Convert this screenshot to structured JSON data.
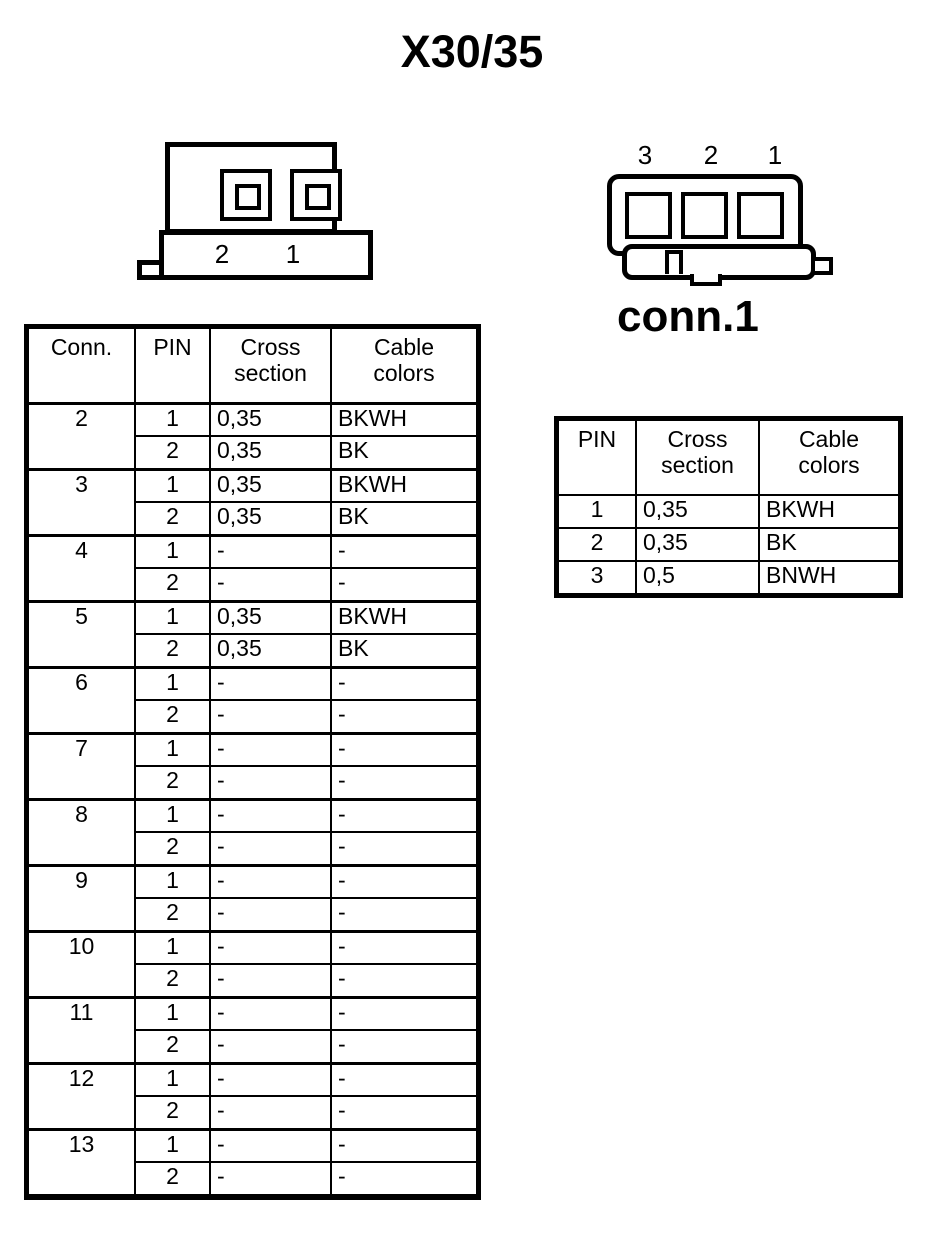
{
  "title": "X30/35",
  "connector_left": {
    "name": "connector-2pin",
    "pin_labels": [
      "2",
      "1"
    ]
  },
  "connector_right": {
    "name": "connector-3pin",
    "pin_labels": [
      "3",
      "2",
      "1"
    ],
    "caption": "conn.1"
  },
  "table_left": {
    "headers": [
      "Conn.",
      "PIN",
      "Cross section",
      "Cable colors"
    ],
    "header_parts": {
      "conn": "Conn.",
      "pin": "PIN",
      "cross": "Cross",
      "section": "section",
      "cable": "Cable",
      "colors": "colors"
    },
    "groups": [
      {
        "conn": "2",
        "rows": [
          {
            "pin": "1",
            "cross_section": "0,35",
            "cable_colors": "BKWH"
          },
          {
            "pin": "2",
            "cross_section": "0,35",
            "cable_colors": "BK"
          }
        ]
      },
      {
        "conn": "3",
        "rows": [
          {
            "pin": "1",
            "cross_section": "0,35",
            "cable_colors": "BKWH"
          },
          {
            "pin": "2",
            "cross_section": "0,35",
            "cable_colors": "BK"
          }
        ]
      },
      {
        "conn": "4",
        "rows": [
          {
            "pin": "1",
            "cross_section": "-",
            "cable_colors": "-"
          },
          {
            "pin": "2",
            "cross_section": "-",
            "cable_colors": "-"
          }
        ]
      },
      {
        "conn": "5",
        "rows": [
          {
            "pin": "1",
            "cross_section": "0,35",
            "cable_colors": "BKWH"
          },
          {
            "pin": "2",
            "cross_section": "0,35",
            "cable_colors": "BK"
          }
        ]
      },
      {
        "conn": "6",
        "rows": [
          {
            "pin": "1",
            "cross_section": "-",
            "cable_colors": "-"
          },
          {
            "pin": "2",
            "cross_section": "-",
            "cable_colors": "-"
          }
        ]
      },
      {
        "conn": "7",
        "rows": [
          {
            "pin": "1",
            "cross_section": "-",
            "cable_colors": "-"
          },
          {
            "pin": "2",
            "cross_section": "-",
            "cable_colors": "-"
          }
        ]
      },
      {
        "conn": "8",
        "rows": [
          {
            "pin": "1",
            "cross_section": "-",
            "cable_colors": "-"
          },
          {
            "pin": "2",
            "cross_section": "-",
            "cable_colors": "-"
          }
        ]
      },
      {
        "conn": "9",
        "rows": [
          {
            "pin": "1",
            "cross_section": "-",
            "cable_colors": "-"
          },
          {
            "pin": "2",
            "cross_section": "-",
            "cable_colors": "-"
          }
        ]
      },
      {
        "conn": "10",
        "rows": [
          {
            "pin": "1",
            "cross_section": "-",
            "cable_colors": "-"
          },
          {
            "pin": "2",
            "cross_section": "-",
            "cable_colors": "-"
          }
        ]
      },
      {
        "conn": "11",
        "rows": [
          {
            "pin": "1",
            "cross_section": "-",
            "cable_colors": "-"
          },
          {
            "pin": "2",
            "cross_section": "-",
            "cable_colors": "-"
          }
        ]
      },
      {
        "conn": "12",
        "rows": [
          {
            "pin": "1",
            "cross_section": "-",
            "cable_colors": "-"
          },
          {
            "pin": "2",
            "cross_section": "-",
            "cable_colors": "-"
          }
        ]
      },
      {
        "conn": "13",
        "rows": [
          {
            "pin": "1",
            "cross_section": "-",
            "cable_colors": "-"
          },
          {
            "pin": "2",
            "cross_section": "-",
            "cable_colors": "-"
          }
        ]
      }
    ]
  },
  "table_right": {
    "headers": [
      "PIN",
      "Cross section",
      "Cable colors"
    ],
    "header_parts": {
      "pin": "PIN",
      "cross": "Cross",
      "section": "section",
      "cable": "Cable",
      "colors": "colors"
    },
    "rows": [
      {
        "pin": "1",
        "cross_section": "0,35",
        "cable_colors": "BKWH"
      },
      {
        "pin": "2",
        "cross_section": "0,35",
        "cable_colors": "BK"
      },
      {
        "pin": "3",
        "cross_section": "0,5",
        "cable_colors": "BNWH"
      }
    ]
  },
  "colors": {
    "line": "#000000",
    "background": "#ffffff"
  }
}
